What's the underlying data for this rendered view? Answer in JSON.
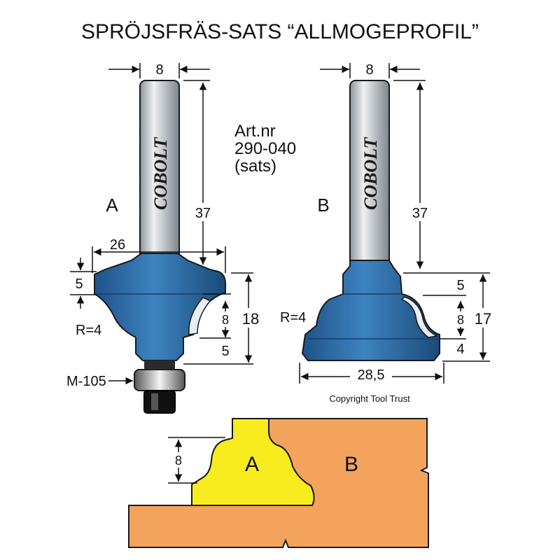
{
  "title": "SPRÖJSFRÄS-SATS “ALLMOGEPROFIL”",
  "article": {
    "line1": "Art.nr",
    "line2": "290-040",
    "line3": "(sats)"
  },
  "copyright": "Copyright Tool Trust",
  "brand": "COBOLT",
  "colors": {
    "cutter_blue": "#2f6fa6",
    "cutter_dark": "#1d4c78",
    "shank_grey": "#b9bec4",
    "wood_orange": "#f3a35c",
    "profile_yellow": "#f6ec1e",
    "outline": "#1a1a1a"
  },
  "tool_a": {
    "label": "A",
    "shank_diameter": "8",
    "shank_length": "37",
    "cut_diameter": "26",
    "top_height": "5",
    "profile_height": "8",
    "bottom_height": "5",
    "total_height": "18",
    "radius": "R=4",
    "bearing": "M-105"
  },
  "tool_b": {
    "label": "B",
    "shank_diameter": "8",
    "shank_length": "37",
    "cut_diameter": "28,5",
    "top_height": "5",
    "profile_height": "8",
    "bottom_height": "4",
    "total_height": "17",
    "radius": "R=4"
  },
  "assembly": {
    "label_a": "A",
    "label_b": "B",
    "depth": "8"
  }
}
